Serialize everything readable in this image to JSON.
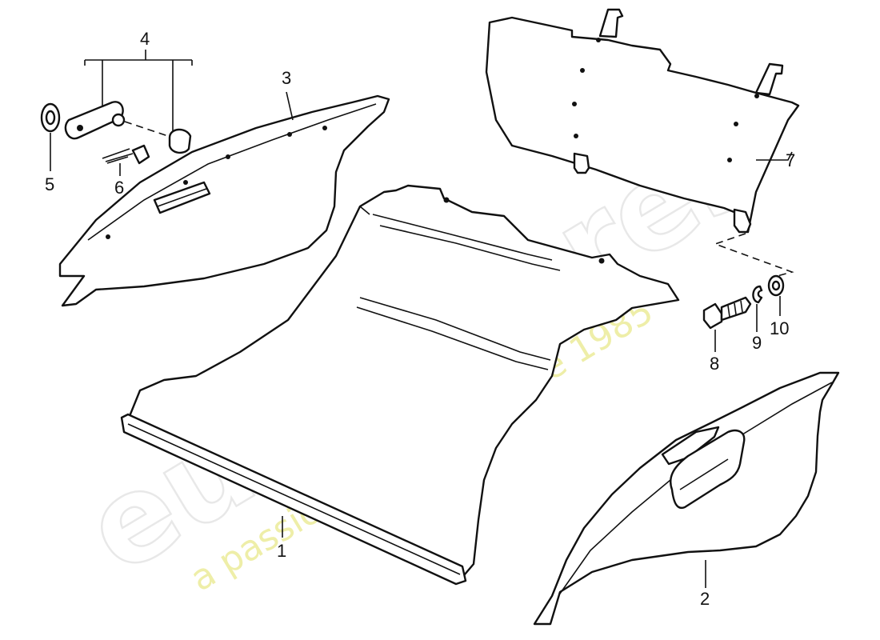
{
  "watermark": {
    "brand": "eurospares",
    "tagline": "a passion for parts since 1985",
    "tagline_color": "#e8e890"
  },
  "callouts": [
    {
      "id": "1",
      "label": "1"
    },
    {
      "id": "2",
      "label": "2"
    },
    {
      "id": "3",
      "label": "3"
    },
    {
      "id": "4",
      "label": "4"
    },
    {
      "id": "5",
      "label": "5"
    },
    {
      "id": "6",
      "label": "6"
    },
    {
      "id": "7",
      "label": "7"
    },
    {
      "id": "8",
      "label": "8"
    },
    {
      "id": "9",
      "label": "9"
    },
    {
      "id": "10",
      "label": "10"
    }
  ]
}
